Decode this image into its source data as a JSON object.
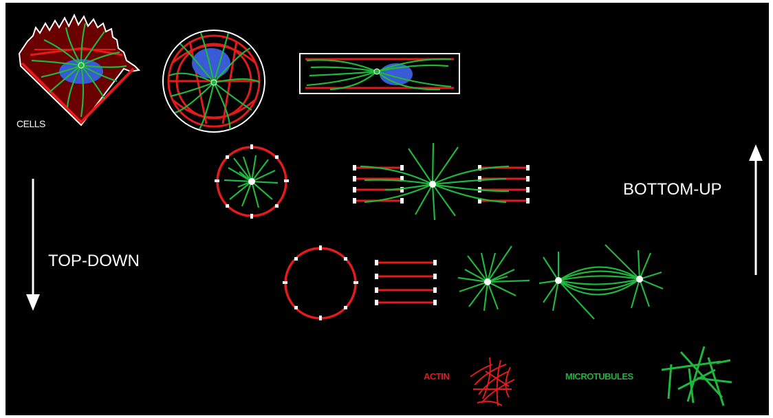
{
  "labels": {
    "cells": "CELLS",
    "top_down": "TOP-DOWN",
    "bottom_up": "BOTTOM-UP",
    "actin": "ACTIN",
    "microtubules": "MICROTUBULES"
  },
  "colors": {
    "background": "#000000",
    "actin": "#e31b1b",
    "microtubules": "#1fb83c",
    "nucleus": "#3a5bd6",
    "centrosome": "#ffffff",
    "outline": "#ffffff"
  }
}
